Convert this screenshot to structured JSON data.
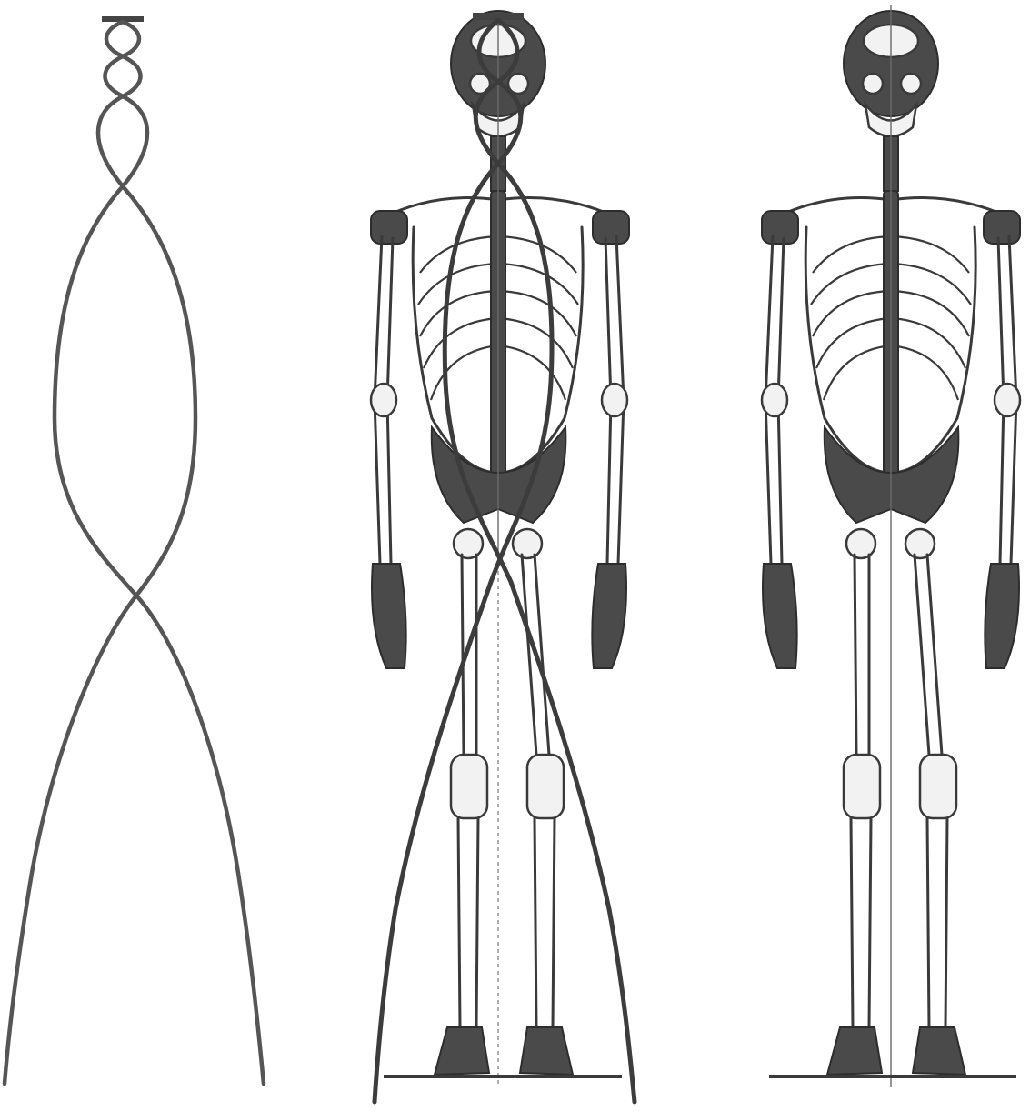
{
  "figure": {
    "panels": [
      {
        "id": "helix-only",
        "content": "double-helix-curve"
      },
      {
        "id": "helix-over-skeleton",
        "content": "double-helix-overlaid-on-skeleton"
      },
      {
        "id": "skeleton-only",
        "content": "skeleton-with-midline"
      }
    ],
    "colors": {
      "curve": "#555555",
      "bone": "#3a3a3a",
      "background": "#ffffff"
    }
  }
}
